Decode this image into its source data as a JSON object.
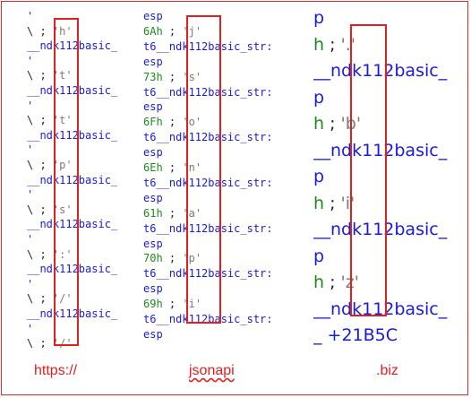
{
  "panel_left": {
    "lines": [
      {
        "parts": [
          {
            "t": "'",
            "c": "blue"
          }
        ]
      },
      {
        "parts": [
          {
            "t": "\\ ; ",
            "c": "black"
          },
          {
            "t": "'h'",
            "c": "grey"
          }
        ]
      },
      {
        "parts": [
          {
            "t": "__ndk112basic_",
            "c": "blue"
          }
        ]
      },
      {
        "parts": [
          {
            "t": "'",
            "c": "blue"
          }
        ]
      },
      {
        "parts": [
          {
            "t": "\\ ; ",
            "c": "black"
          },
          {
            "t": "'t'",
            "c": "grey"
          }
        ]
      },
      {
        "parts": [
          {
            "t": "__ndk112basic_",
            "c": "blue"
          }
        ]
      },
      {
        "parts": [
          {
            "t": "'",
            "c": "blue"
          }
        ]
      },
      {
        "parts": [
          {
            "t": "\\ ; ",
            "c": "black"
          },
          {
            "t": "'t'",
            "c": "grey"
          }
        ]
      },
      {
        "parts": [
          {
            "t": "__ndk112basic_",
            "c": "blue"
          }
        ]
      },
      {
        "parts": [
          {
            "t": "'",
            "c": "blue"
          }
        ]
      },
      {
        "parts": [
          {
            "t": "\\ ; ",
            "c": "black"
          },
          {
            "t": "'p'",
            "c": "grey"
          }
        ]
      },
      {
        "parts": [
          {
            "t": "__ndk112basic_",
            "c": "blue"
          }
        ]
      },
      {
        "parts": [
          {
            "t": "'",
            "c": "blue"
          }
        ]
      },
      {
        "parts": [
          {
            "t": "\\ ; ",
            "c": "black"
          },
          {
            "t": "'s'",
            "c": "grey"
          }
        ]
      },
      {
        "parts": [
          {
            "t": "__ndk112basic_",
            "c": "blue"
          }
        ]
      },
      {
        "parts": [
          {
            "t": "'",
            "c": "blue"
          }
        ]
      },
      {
        "parts": [
          {
            "t": "\\ ; ",
            "c": "black"
          },
          {
            "t": "':'",
            "c": "grey"
          }
        ]
      },
      {
        "parts": [
          {
            "t": "__ndk112basic_",
            "c": "blue"
          }
        ]
      },
      {
        "parts": [
          {
            "t": "'",
            "c": "blue"
          }
        ]
      },
      {
        "parts": [
          {
            "t": "\\ ; ",
            "c": "black"
          },
          {
            "t": "'/'",
            "c": "grey"
          }
        ]
      },
      {
        "parts": [
          {
            "t": "__ndk112basic_",
            "c": "blue"
          }
        ]
      },
      {
        "parts": [
          {
            "t": "'",
            "c": "blue"
          }
        ]
      },
      {
        "parts": [
          {
            "t": "\\ ; ",
            "c": "black"
          },
          {
            "t": "'/'",
            "c": "grey"
          }
        ]
      }
    ]
  },
  "panel_middle": {
    "lines": [
      {
        "parts": [
          {
            "t": "esp",
            "c": "blue"
          }
        ]
      },
      {
        "parts": [
          {
            "t": "6Ah",
            "c": "green"
          },
          {
            "t": " ; ",
            "c": "black"
          },
          {
            "t": "'j'",
            "c": "grey"
          }
        ]
      },
      {
        "parts": [
          {
            "t": "t6__ndk112basic_str:",
            "c": "blue"
          }
        ]
      },
      {
        "parts": [
          {
            "t": "esp",
            "c": "blue"
          }
        ]
      },
      {
        "parts": [
          {
            "t": "73h",
            "c": "green"
          },
          {
            "t": " ; ",
            "c": "black"
          },
          {
            "t": "'s'",
            "c": "grey"
          }
        ]
      },
      {
        "parts": [
          {
            "t": "t6__ndk112basic_str:",
            "c": "blue"
          }
        ]
      },
      {
        "parts": [
          {
            "t": "esp",
            "c": "blue"
          }
        ]
      },
      {
        "parts": [
          {
            "t": "6Fh",
            "c": "green"
          },
          {
            "t": " ; ",
            "c": "black"
          },
          {
            "t": "'o'",
            "c": "grey"
          }
        ]
      },
      {
        "parts": [
          {
            "t": "t6__ndk112basic_str:",
            "c": "blue"
          }
        ]
      },
      {
        "parts": [
          {
            "t": "esp",
            "c": "blue"
          }
        ]
      },
      {
        "parts": [
          {
            "t": "6Eh",
            "c": "green"
          },
          {
            "t": " ; ",
            "c": "black"
          },
          {
            "t": "'n'",
            "c": "grey"
          }
        ]
      },
      {
        "parts": [
          {
            "t": "t6__ndk112basic_str:",
            "c": "blue"
          }
        ]
      },
      {
        "parts": [
          {
            "t": "esp",
            "c": "blue"
          }
        ]
      },
      {
        "parts": [
          {
            "t": "61h",
            "c": "green"
          },
          {
            "t": " ; ",
            "c": "black"
          },
          {
            "t": "'a'",
            "c": "grey"
          }
        ]
      },
      {
        "parts": [
          {
            "t": "t6__ndk112basic_str:",
            "c": "blue"
          }
        ]
      },
      {
        "parts": [
          {
            "t": "esp",
            "c": "blue"
          }
        ]
      },
      {
        "parts": [
          {
            "t": "70h",
            "c": "green"
          },
          {
            "t": " ; ",
            "c": "black"
          },
          {
            "t": "'p'",
            "c": "grey"
          }
        ]
      },
      {
        "parts": [
          {
            "t": "t6__ndk112basic_str:",
            "c": "blue"
          }
        ]
      },
      {
        "parts": [
          {
            "t": "esp",
            "c": "blue"
          }
        ]
      },
      {
        "parts": [
          {
            "t": "69h",
            "c": "green"
          },
          {
            "t": " ; ",
            "c": "black"
          },
          {
            "t": "'i'",
            "c": "grey"
          }
        ]
      },
      {
        "parts": [
          {
            "t": "t6__ndk112basic_str:",
            "c": "blue"
          }
        ]
      },
      {
        "parts": [
          {
            "t": "esp",
            "c": "blue"
          }
        ]
      }
    ]
  },
  "panel_right": {
    "lines": [
      {
        "parts": [
          {
            "t": "p",
            "c": "blue"
          }
        ]
      },
      {
        "parts": [
          {
            "t": "h",
            "c": "green"
          },
          {
            "t": " ; ",
            "c": "black"
          },
          {
            "t": "'.'",
            "c": "grey"
          }
        ]
      },
      {
        "parts": [
          {
            "t": "__ndk112basic_",
            "c": "blue"
          }
        ]
      },
      {
        "parts": [
          {
            "t": "p",
            "c": "blue"
          }
        ]
      },
      {
        "parts": [
          {
            "t": "h",
            "c": "green"
          },
          {
            "t": " ; ",
            "c": "black"
          },
          {
            "t": "'b'",
            "c": "grey"
          }
        ]
      },
      {
        "parts": [
          {
            "t": "__ndk112basic_",
            "c": "blue"
          }
        ]
      },
      {
        "parts": [
          {
            "t": "p",
            "c": "blue"
          }
        ]
      },
      {
        "parts": [
          {
            "t": "h",
            "c": "green"
          },
          {
            "t": " ; ",
            "c": "black"
          },
          {
            "t": "'i'",
            "c": "grey"
          }
        ]
      },
      {
        "parts": [
          {
            "t": "__ndk112basic_",
            "c": "blue"
          }
        ]
      },
      {
        "parts": [
          {
            "t": "p",
            "c": "blue"
          }
        ]
      },
      {
        "parts": [
          {
            "t": "h",
            "c": "green"
          },
          {
            "t": " ; ",
            "c": "black"
          },
          {
            "t": "'z'",
            "c": "grey"
          }
        ]
      },
      {
        "parts": [
          {
            "t": "__ndk112basic_",
            "c": "blue"
          }
        ]
      },
      {
        "parts": [
          {
            "t": "_ +21B5C",
            "c": "blue"
          }
        ]
      }
    ]
  },
  "captions": {
    "left": "https://",
    "middle": "jsonapi",
    "right": ".biz"
  },
  "colors": {
    "highlight": "#e02020",
    "code_blue": "#1a1adb",
    "code_green": "#1e8a1e",
    "char_grey": "#7a7a7a"
  }
}
